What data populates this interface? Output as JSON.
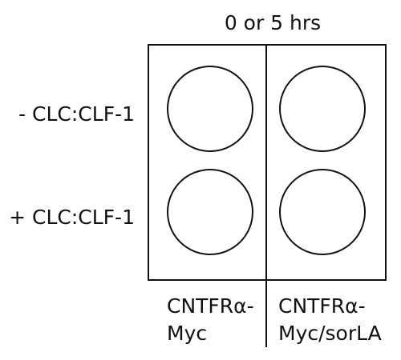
{
  "header": {
    "time_label": "0 or 5 hrs"
  },
  "rows": [
    {
      "label": "- CLC:CLF-1"
    },
    {
      "label": "+ CLC:CLF-1"
    }
  ],
  "columns": [
    {
      "label_line1": "CNTFRα-",
      "label_line2": "Myc"
    },
    {
      "label_line1": "CNTFRα-",
      "label_line2": "Myc/sorLA"
    }
  ],
  "wells": [
    {
      "row": 0,
      "column": 0
    },
    {
      "row": 0,
      "column": 1
    },
    {
      "row": 1,
      "column": 0
    },
    {
      "row": 1,
      "column": 1
    }
  ]
}
